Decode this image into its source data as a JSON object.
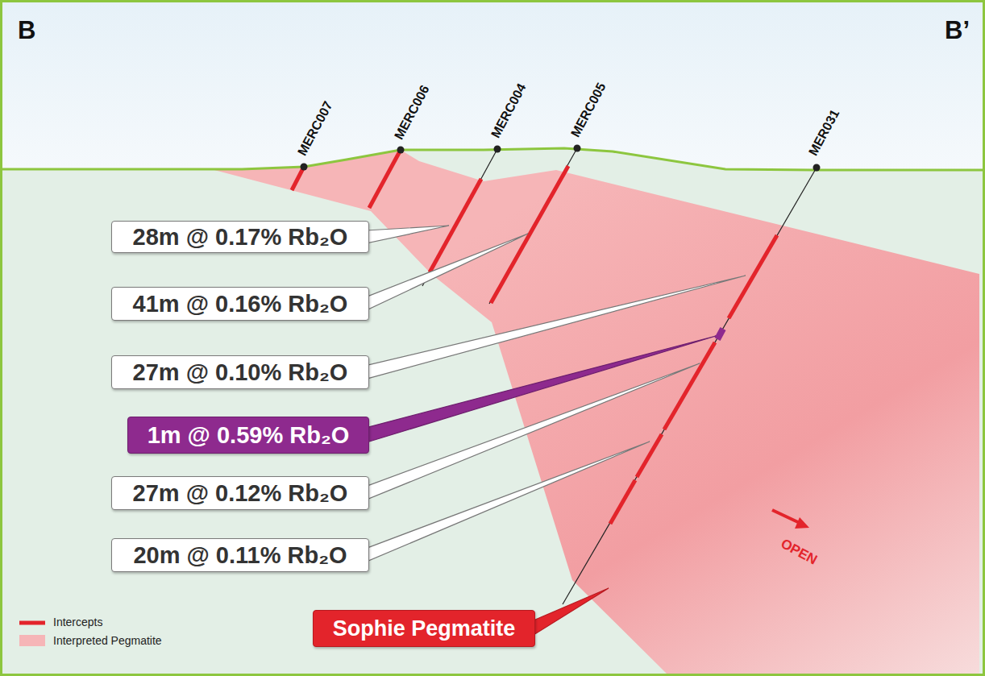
{
  "diagram": {
    "nodes": [
      {
        "text": [
          "28m @ 0.17% Rb₂O"
        ]
      },
      {
        "text": [
          "41m @ 0.16% Rb₂O"
        ]
      },
      {
        "text": [
          "27m @ 0.10% Rb₂O"
        ]
      },
      {
        "text": [
          "1m @ 0.59% Rb₂O"
        ]
      },
      {
        "text": [
          "27m @ 0.12% Rb₂O"
        ]
      },
      {
        "text": [
          "20m @ 0.11% Rb₂O"
        ]
      },
      {
        "text": [
          "Sophie Pegmatite"
        ]
      }
    ],
    "edges": [],
    "labels": [
      "B",
      "B’",
      "MERC007",
      "MERC006",
      "MERC004",
      "MERC005",
      "MER031",
      "OPEN"
    ],
    "legend": [
      {
        "text": "Intercepts"
      },
      {
        "text": "Interpreted Pegmatite",
        "color": "#f6b5b7"
      }
    ]
  }
}
